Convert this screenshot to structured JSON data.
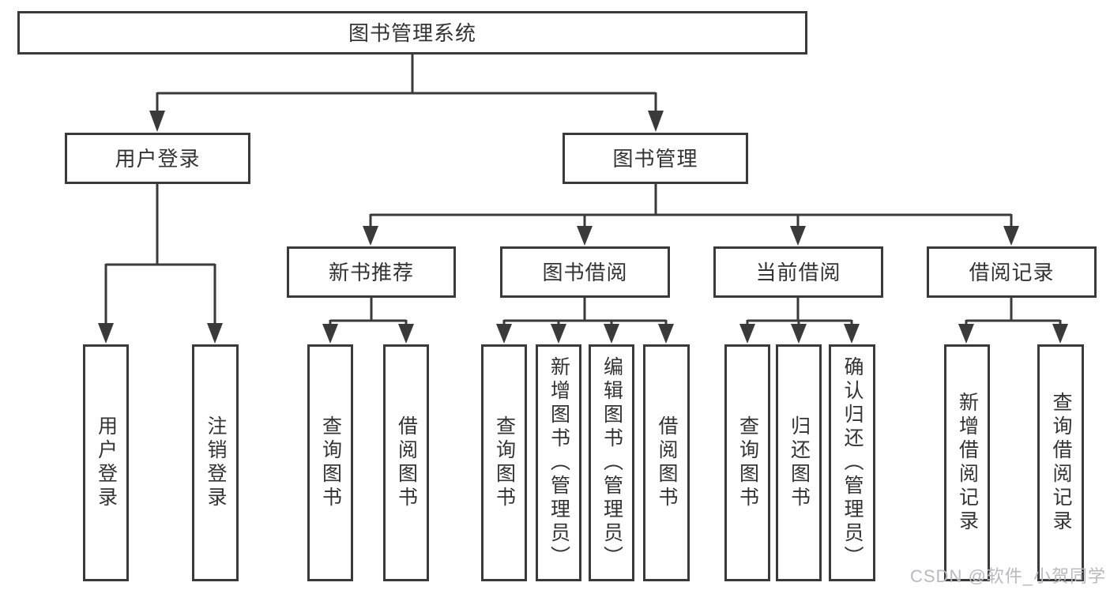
{
  "diagram": {
    "title_node": {
      "label": "图书管理系统"
    },
    "level1": [
      {
        "label": "用户登录"
      },
      {
        "label": "图书管理"
      }
    ],
    "level2": [
      {
        "label": "新书推荐",
        "parent": "图书管理"
      },
      {
        "label": "图书借阅",
        "parent": "图书管理"
      },
      {
        "label": "当前借阅",
        "parent": "图书管理"
      },
      {
        "label": "借阅记录",
        "parent": "图书管理"
      }
    ],
    "leaves": [
      {
        "label": "用户登录",
        "parent": "用户登录"
      },
      {
        "label": "注销登录",
        "parent": "用户登录"
      },
      {
        "label": "查询图书",
        "parent": "新书推荐"
      },
      {
        "label": "借阅图书",
        "parent": "新书推荐"
      },
      {
        "label": "查询图书",
        "parent": "图书借阅"
      },
      {
        "label": "新增图书（管理员）",
        "parent": "图书借阅"
      },
      {
        "label": "编辑图书（管理员）",
        "parent": "图书借阅"
      },
      {
        "label": "借阅图书",
        "parent": "图书借阅"
      },
      {
        "label": "查询图书",
        "parent": "当前借阅"
      },
      {
        "label": "归还图书",
        "parent": "当前借阅"
      },
      {
        "label": "确认归还（管理员）",
        "parent": "当前借阅"
      },
      {
        "label": "新增借阅记录",
        "parent": "借阅记录"
      },
      {
        "label": "查询借阅记录",
        "parent": "借阅记录"
      }
    ]
  },
  "watermark": {
    "text": "CSDN @软件_小贺同学",
    "color": "#b9b9bf"
  },
  "colors": {
    "line": "#3a3a3a",
    "text": "#333333",
    "background": "#ffffff"
  }
}
